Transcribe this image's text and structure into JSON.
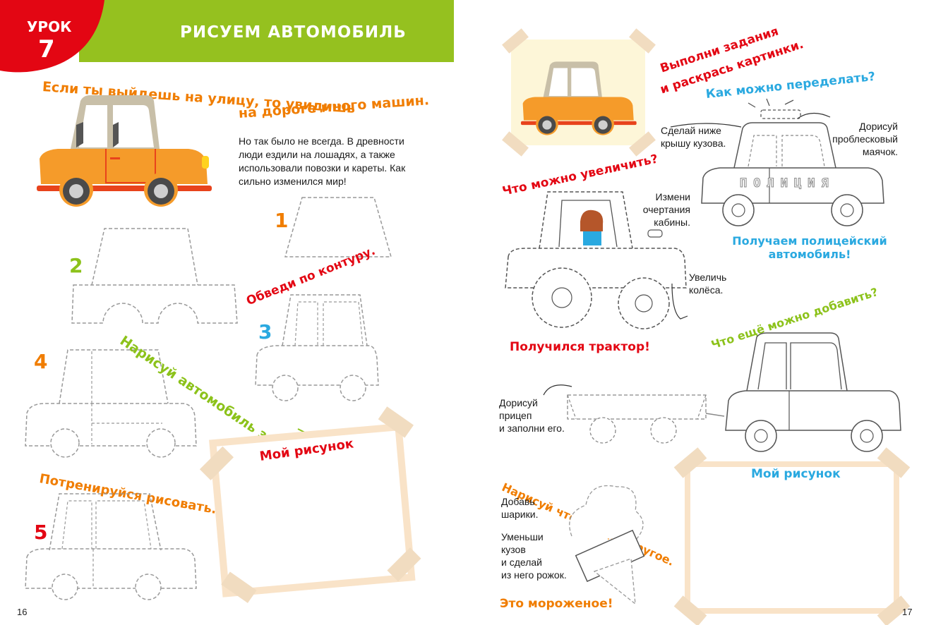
{
  "header": {
    "lesson_word": "УРОК",
    "lesson_number": "7",
    "title": "РИСУЕМ АВТОМОБИЛЬ"
  },
  "left": {
    "intro_line1": "Если ты выйдешь на улицу, то увидишь",
    "intro_line2": "на дороге много машин.",
    "paragraph": [
      "Но так было не всегда. В древности",
      "люди ездили на лошадях, а также",
      "использовали повозки и кареты. Как",
      "сильно изменился мир!"
    ],
    "steps": [
      "1",
      "2",
      "3",
      "4",
      "5"
    ],
    "trace_label": "Обведи по контуру.",
    "draw_here": "Нарисуй автомобиль здесь.",
    "my_drawing": "Мой рисунок",
    "practice": "Потренируйся рисовать.",
    "page_number": "16"
  },
  "right": {
    "task": [
      "Выполни задания",
      "и раскрась картинки."
    ],
    "how_change": "Как можно переделать?",
    "roof_note": [
      "Сделай ниже",
      "крышу кузова."
    ],
    "beacon_note": [
      "Дорисуй",
      "проблесковый",
      "маячок."
    ],
    "police_text": "ПОЛИЦИЯ",
    "police_result": [
      "Получаем полицейский",
      "автомобиль!"
    ],
    "enlarge": "Что можно увеличить?",
    "cabin_note": [
      "Измени",
      "очертания",
      "кабины."
    ],
    "wheels_note": [
      "Увеличь",
      "колёса."
    ],
    "tractor_result": "Получился трактор!",
    "add_more": "Что ещё можно добавить?",
    "trailer_note": [
      "Дорисуй",
      "прицеп",
      "и заполни его."
    ],
    "draw_other": "Нарисуй что-нибудь другое.",
    "balls_note": [
      "Добавь",
      "шарики."
    ],
    "cone_note": [
      "Уменьши",
      "кузов",
      "и сделай",
      "из него рожок."
    ],
    "icecream_result": "Это мороженое!",
    "my_drawing": "Мой рисунок",
    "page_number": "17"
  },
  "colors": {
    "green": "#95c11f",
    "red": "#e30613",
    "orange": "#f07d00",
    "blue": "#2aa9e0",
    "lime": "#8cc21a",
    "car_orange": "#f59b2a"
  }
}
